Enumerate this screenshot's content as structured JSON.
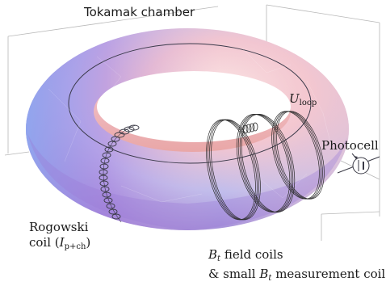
{
  "labels": {
    "chamber": "Tokamak chamber",
    "uloop_symbol": "U",
    "uloop_sub": "loop",
    "photocell": "Photocell",
    "rogowski_line1": "Rogowski",
    "rogowski_line2_prefix": "coil (",
    "rogowski_symbol": "I",
    "rogowski_sub": "p+ch",
    "rogowski_suffix": ")",
    "bt_symbol": "B",
    "bt_sub": "t",
    "bt_line1_rest": " field coils",
    "bt_line2_prefix": "& small ",
    "bt2_symbol": "B",
    "bt2_sub": "t",
    "bt_line2_rest": " measurement coil"
  },
  "colors": {
    "torus_blue": "#9fb4f2",
    "torus_pink": "#f3cfd6",
    "torus_purple": "#b07ad8",
    "coil": "#2b2b2b",
    "box_lines": "#b8b8b8"
  }
}
